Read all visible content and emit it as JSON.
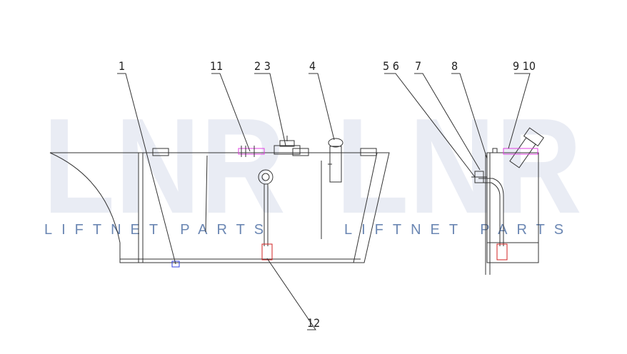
{
  "watermark": {
    "brand_left": "LNR",
    "brand_right": "LNR",
    "text_left": "LIFTNET PARTS",
    "text_right": "LIFTNET PARTS"
  },
  "callouts": [
    "1",
    "11",
    "2 3",
    "4",
    "5 6",
    "7",
    "8",
    "9 10",
    "12"
  ],
  "colors": {
    "line": "#333333",
    "watermark_fill": "#e9ecf4",
    "watermark_text": "#6b87b3",
    "accent_magenta": "#e040e0",
    "accent_blue": "#3040e0",
    "accent_green": "#20a040",
    "accent_red": "#d02020"
  }
}
